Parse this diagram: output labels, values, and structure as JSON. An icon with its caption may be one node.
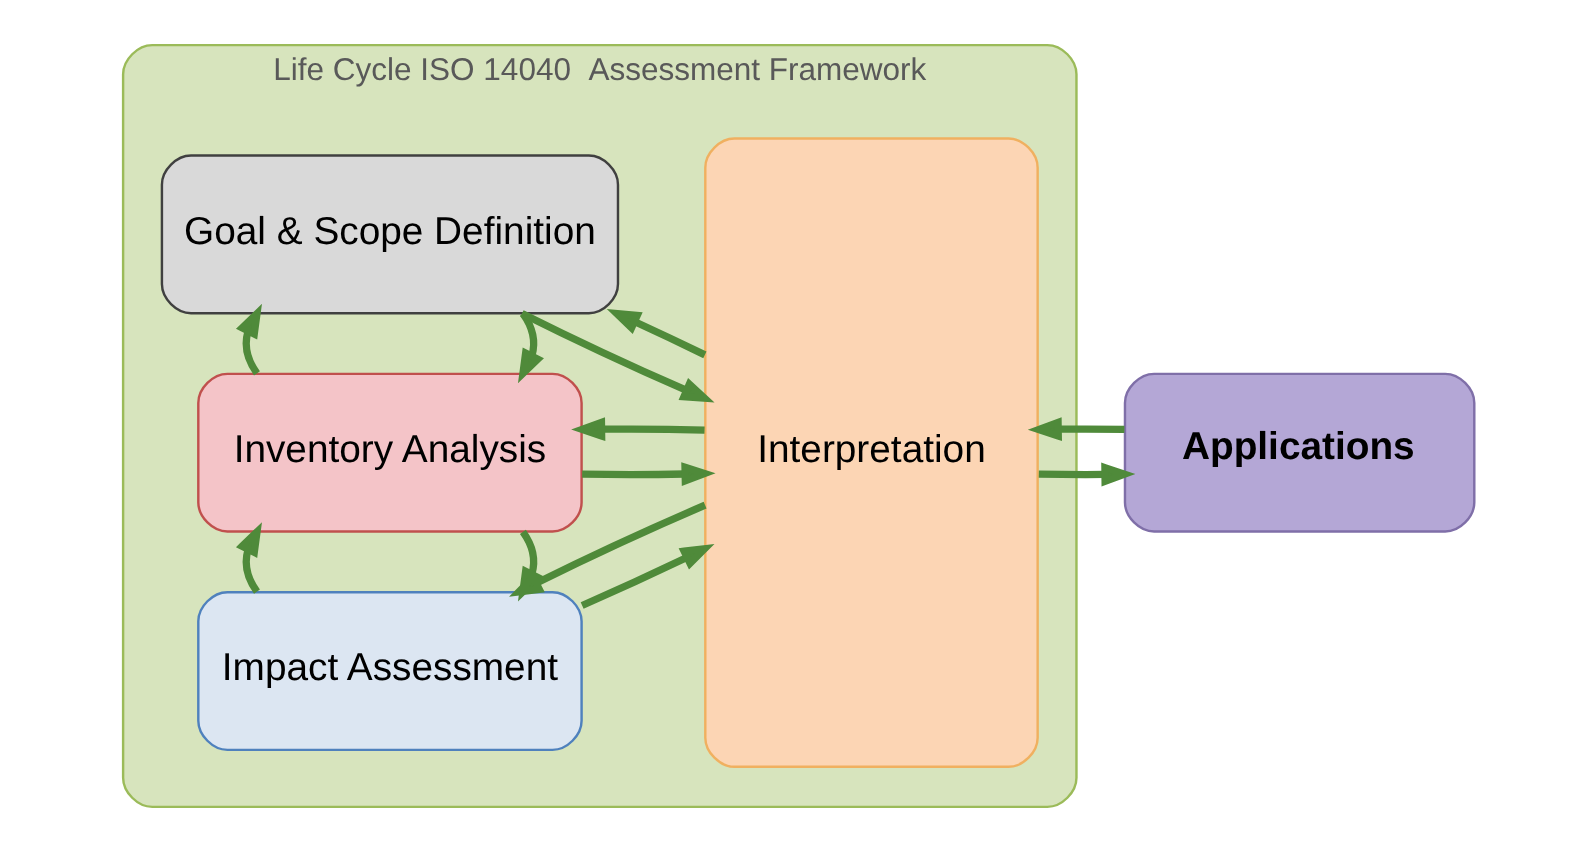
{
  "diagram": {
    "nodes": [
      {
        "text": [
          "Life Cycle ISO 14040  Assessment Framework"
        ]
      },
      {
        "text": [
          "Goal & Scope Definition"
        ],
        "in": 0
      },
      {
        "text": [
          "Inventory Analysis"
        ],
        "in": 0
      },
      {
        "text": [
          "Impact Assessment"
        ],
        "in": 0
      },
      {
        "text": [
          "Interpretation"
        ],
        "in": 0
      },
      {
        "text": [
          "Applications"
        ]
      }
    ],
    "edges": [
      {
        "from": 1,
        "to": 4,
        "arrow": "to"
      },
      {
        "from": 4,
        "to": 1,
        "arrow": "to"
      },
      {
        "from": 1,
        "to": 2,
        "arrow": "to"
      },
      {
        "from": 2,
        "to": 1,
        "arrow": "to"
      },
      {
        "from": 2,
        "to": 4,
        "arrow": "to"
      },
      {
        "from": 4,
        "to": 2,
        "arrow": "to"
      },
      {
        "from": 2,
        "to": 3,
        "arrow": "to"
      },
      {
        "from": 3,
        "to": 2,
        "arrow": "to"
      },
      {
        "from": 3,
        "to": 4,
        "arrow": "to"
      },
      {
        "from": 4,
        "to": 3,
        "arrow": "to"
      },
      {
        "from": 4,
        "to": 5,
        "arrow": "to"
      },
      {
        "from": 5,
        "to": 4,
        "arrow": "to"
      }
    ]
  }
}
